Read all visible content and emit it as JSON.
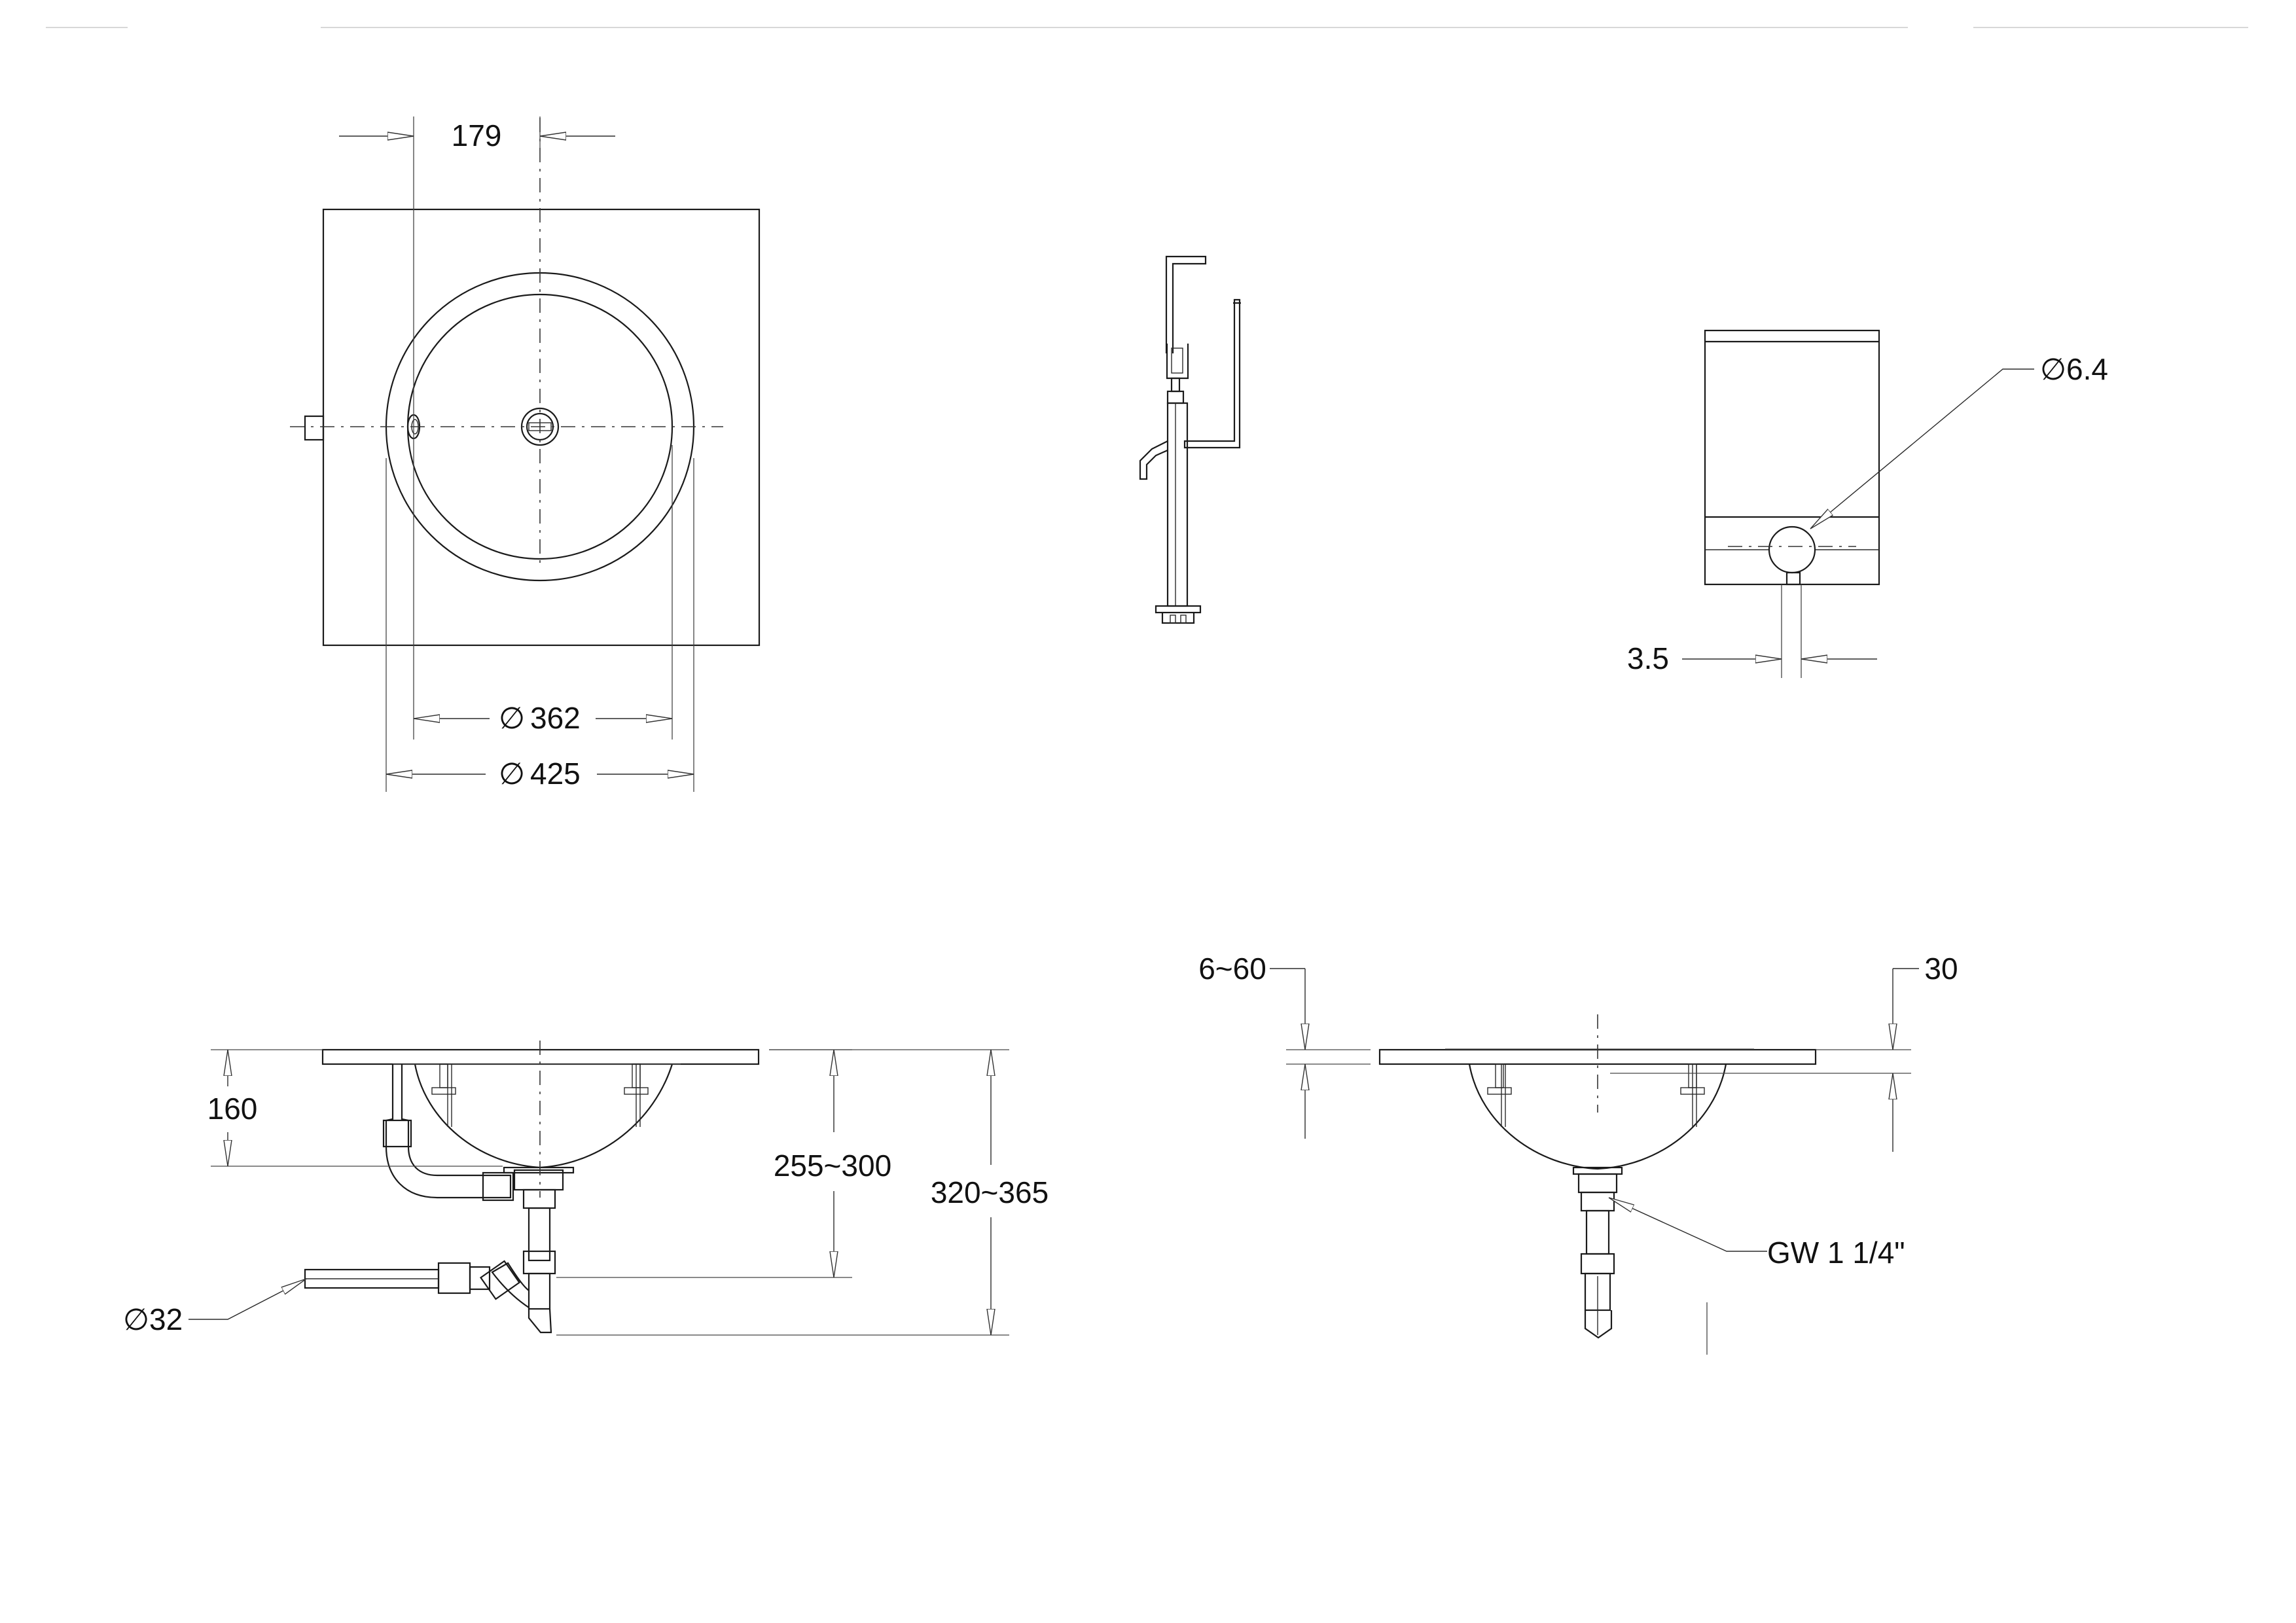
{
  "diagram": {
    "top_view": {
      "dims": {
        "offset": "179",
        "inner_diameter": "362",
        "outer_diameter": "425",
        "diameter_symbol": "∅"
      }
    },
    "bracket_view": {},
    "clip_detail": {
      "dims": {
        "hole_diameter": "6.4",
        "slot_width": "3.5",
        "diameter_symbol": "∅"
      }
    },
    "front_section": {
      "dims": {
        "bowl_depth": "160",
        "trap_height": "255~300",
        "total_height": "320~365",
        "pipe_diameter": "32",
        "diameter_symbol": "∅"
      }
    },
    "side_section": {
      "dims": {
        "counter_thickness": "6~60",
        "rim_height": "30",
        "drain_thread": "GW 1 1/4\""
      }
    }
  }
}
